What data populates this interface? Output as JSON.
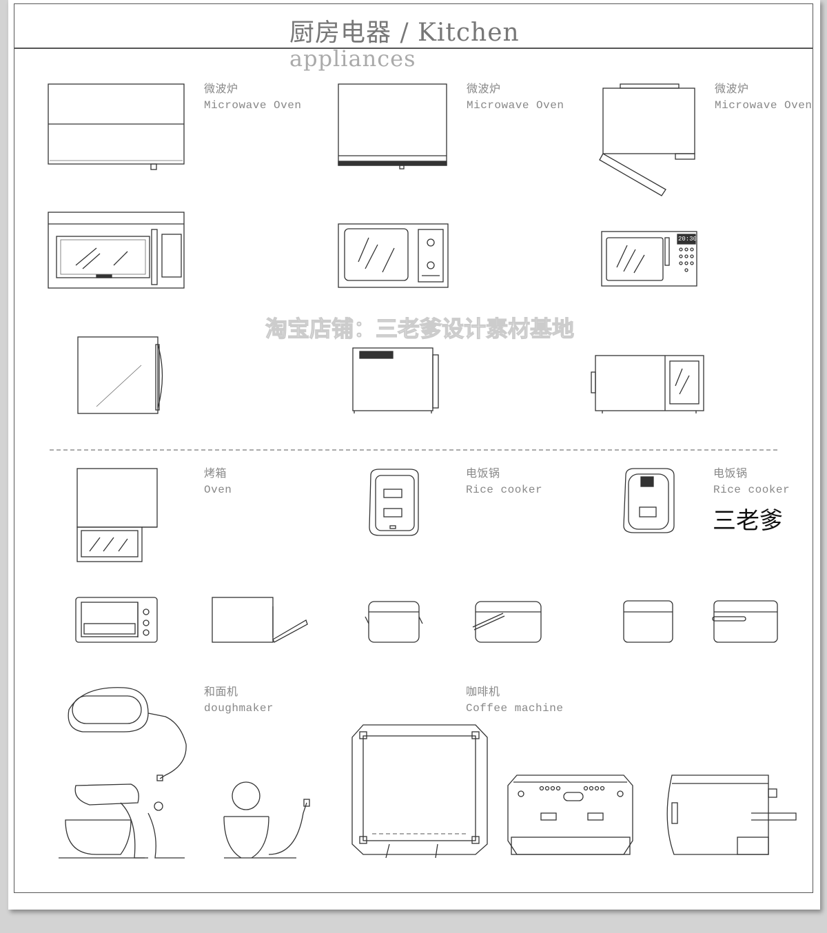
{
  "header": {
    "title": "厨房电器 / Kitchen",
    "title_cont": "appliances"
  },
  "watermark": "淘宝店铺：三老爹设计素材基地",
  "brand_mark": "三老爹",
  "labels": {
    "mw1": {
      "cn": "微波炉",
      "en": "Microwave Oven"
    },
    "mw2": {
      "cn": "微波炉",
      "en": "Microwave Oven"
    },
    "mw3": {
      "cn": "微波炉",
      "en": "Microwave Oven"
    },
    "oven": {
      "cn": "烤箱",
      "en": "Oven"
    },
    "rice1": {
      "cn": "电饭锅",
      "en": "Rice cooker"
    },
    "rice2": {
      "cn": "电饭锅",
      "en": "Rice cooker"
    },
    "dough": {
      "cn": "和面机",
      "en": "doughmaker"
    },
    "coffee": {
      "cn": "咖啡机",
      "en": "Coffee machine"
    }
  },
  "display_text": "20:30",
  "colors": {
    "background": "#d3d3d3",
    "page": "#ffffff",
    "line": "#333333",
    "label": "#888888"
  }
}
